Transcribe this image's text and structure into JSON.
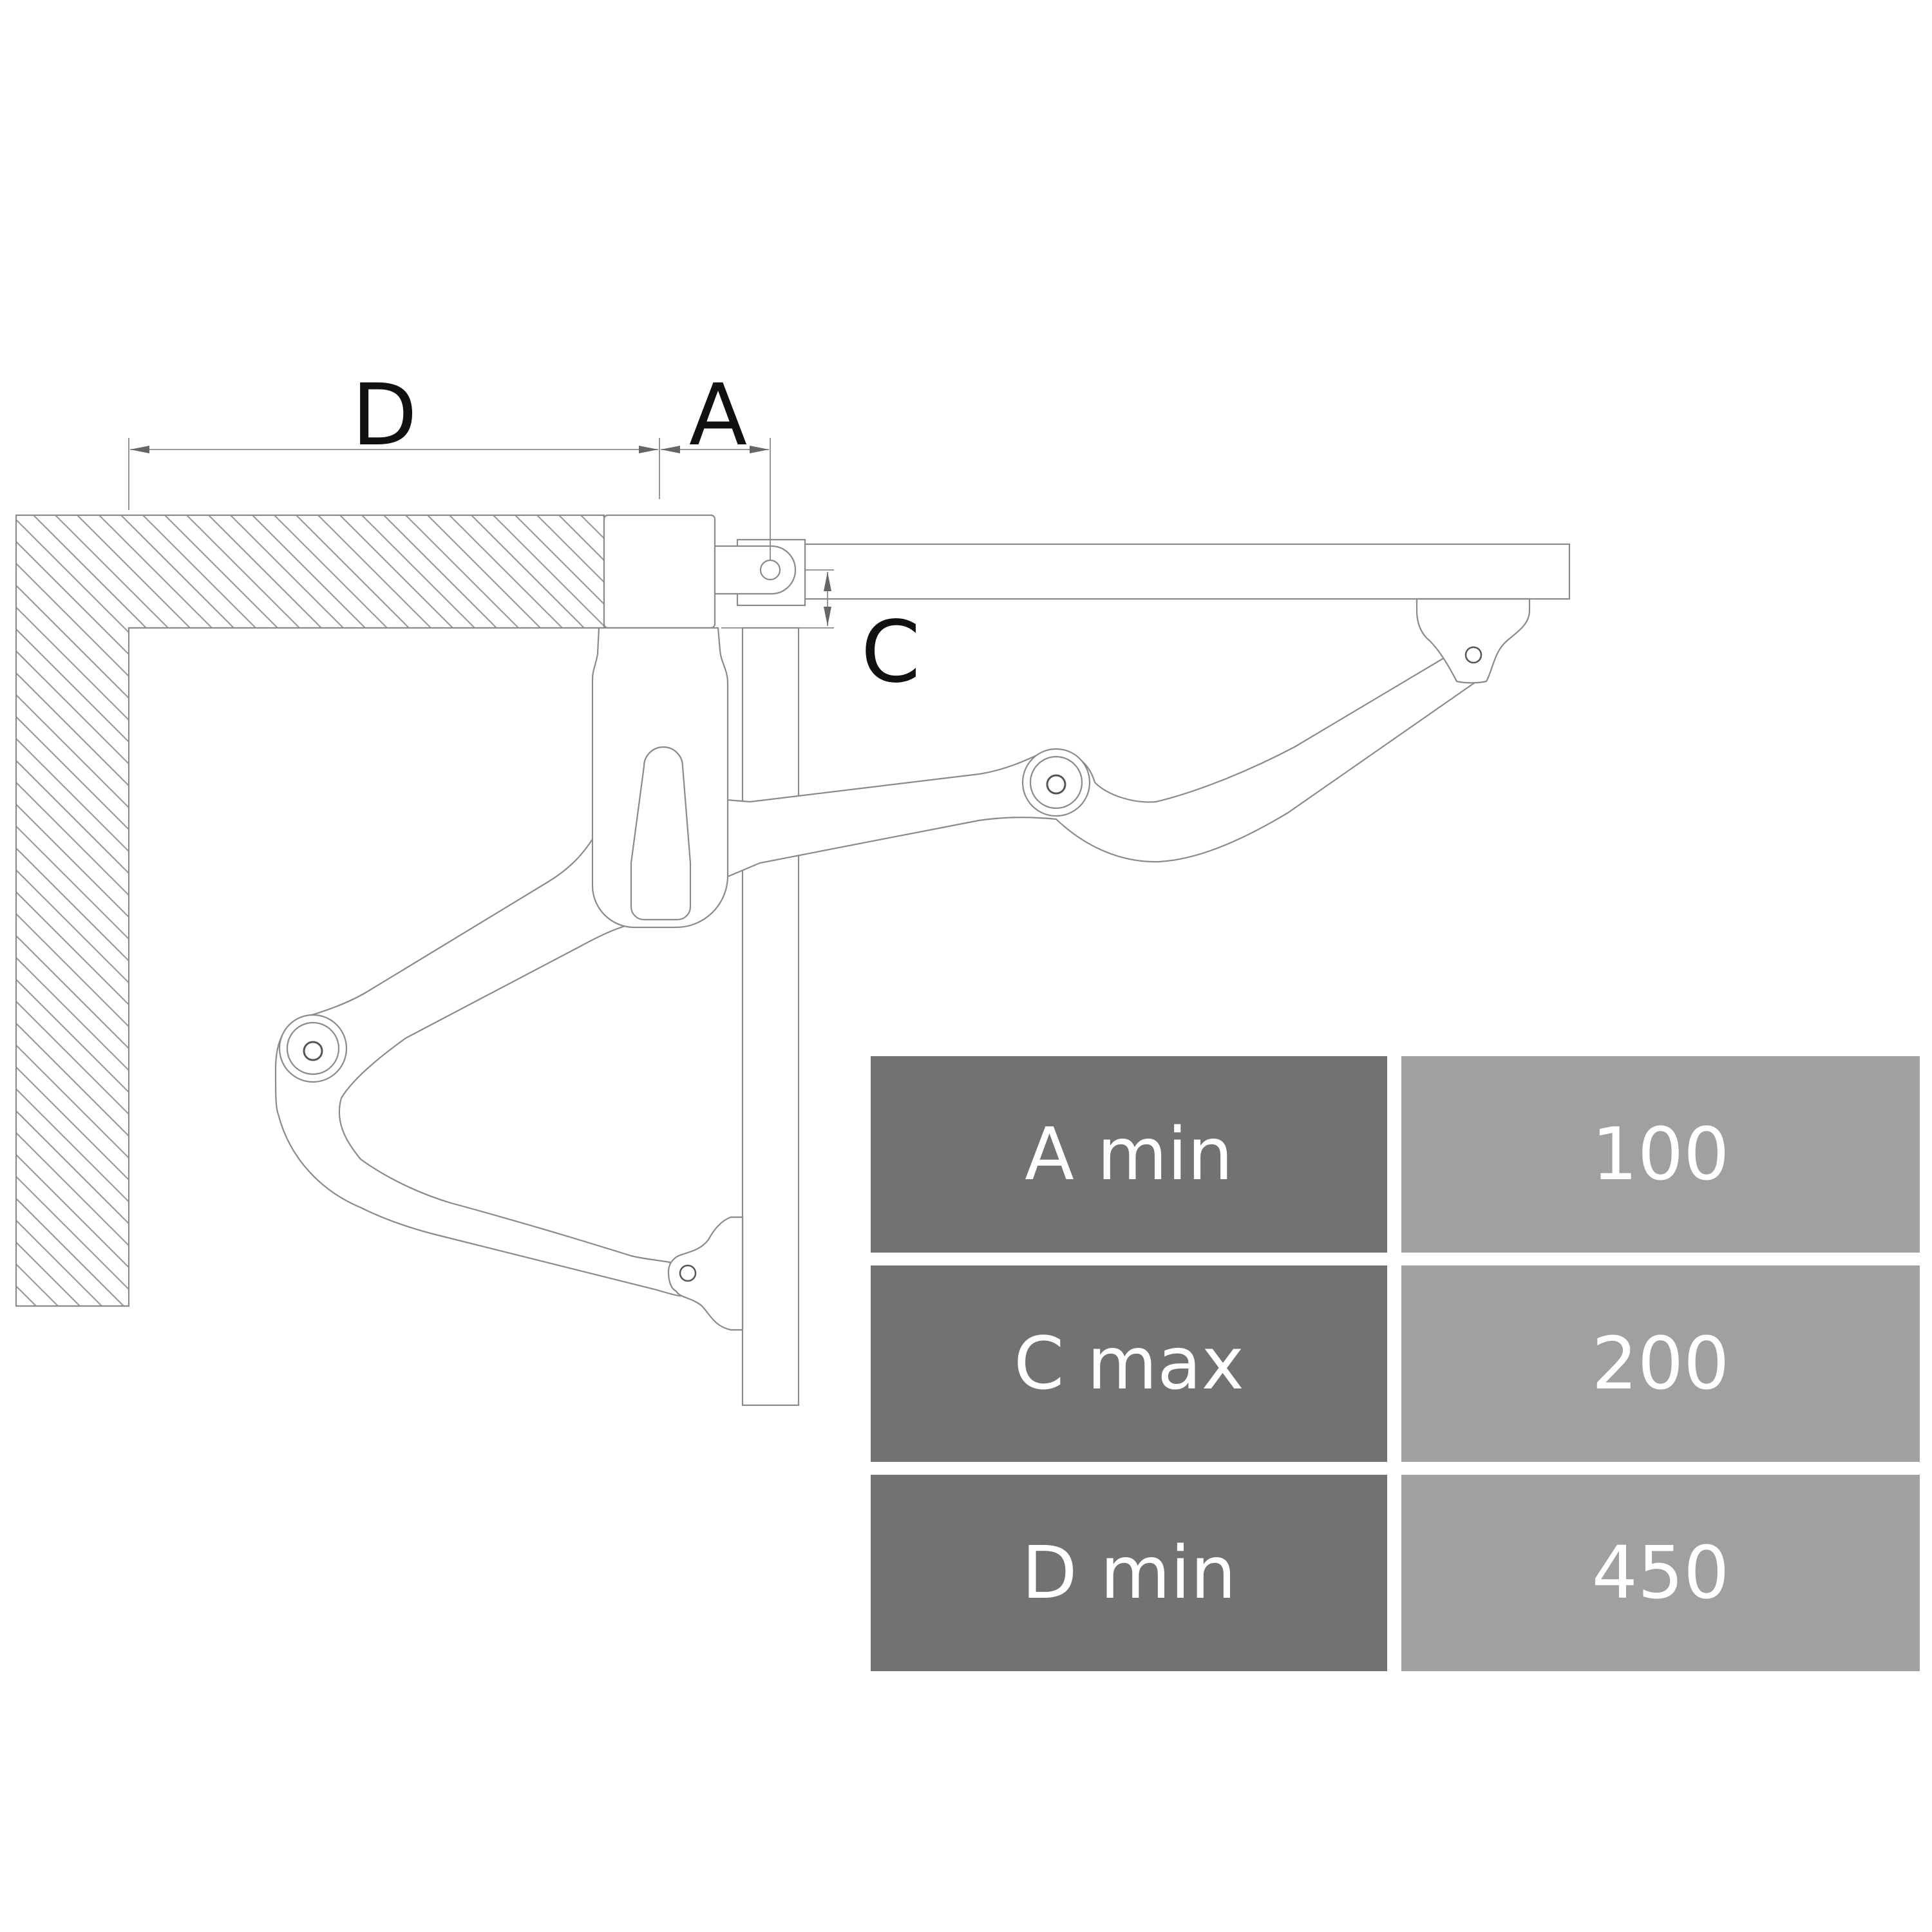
{
  "diagram": {
    "labels": {
      "d": "D",
      "a": "A",
      "c": "C"
    },
    "colors": {
      "line": "#8a8a8a",
      "hatch": "#9a9a9a",
      "text": "#111111"
    }
  },
  "spec_table": {
    "colors": {
      "key_bg": "#727272",
      "value_bg": "#a0a09f",
      "text": "#ffffff"
    },
    "rows": [
      {
        "key": "A min",
        "value": "100"
      },
      {
        "key": "C max",
        "value": "200"
      },
      {
        "key": "D min",
        "value": "450"
      }
    ]
  }
}
